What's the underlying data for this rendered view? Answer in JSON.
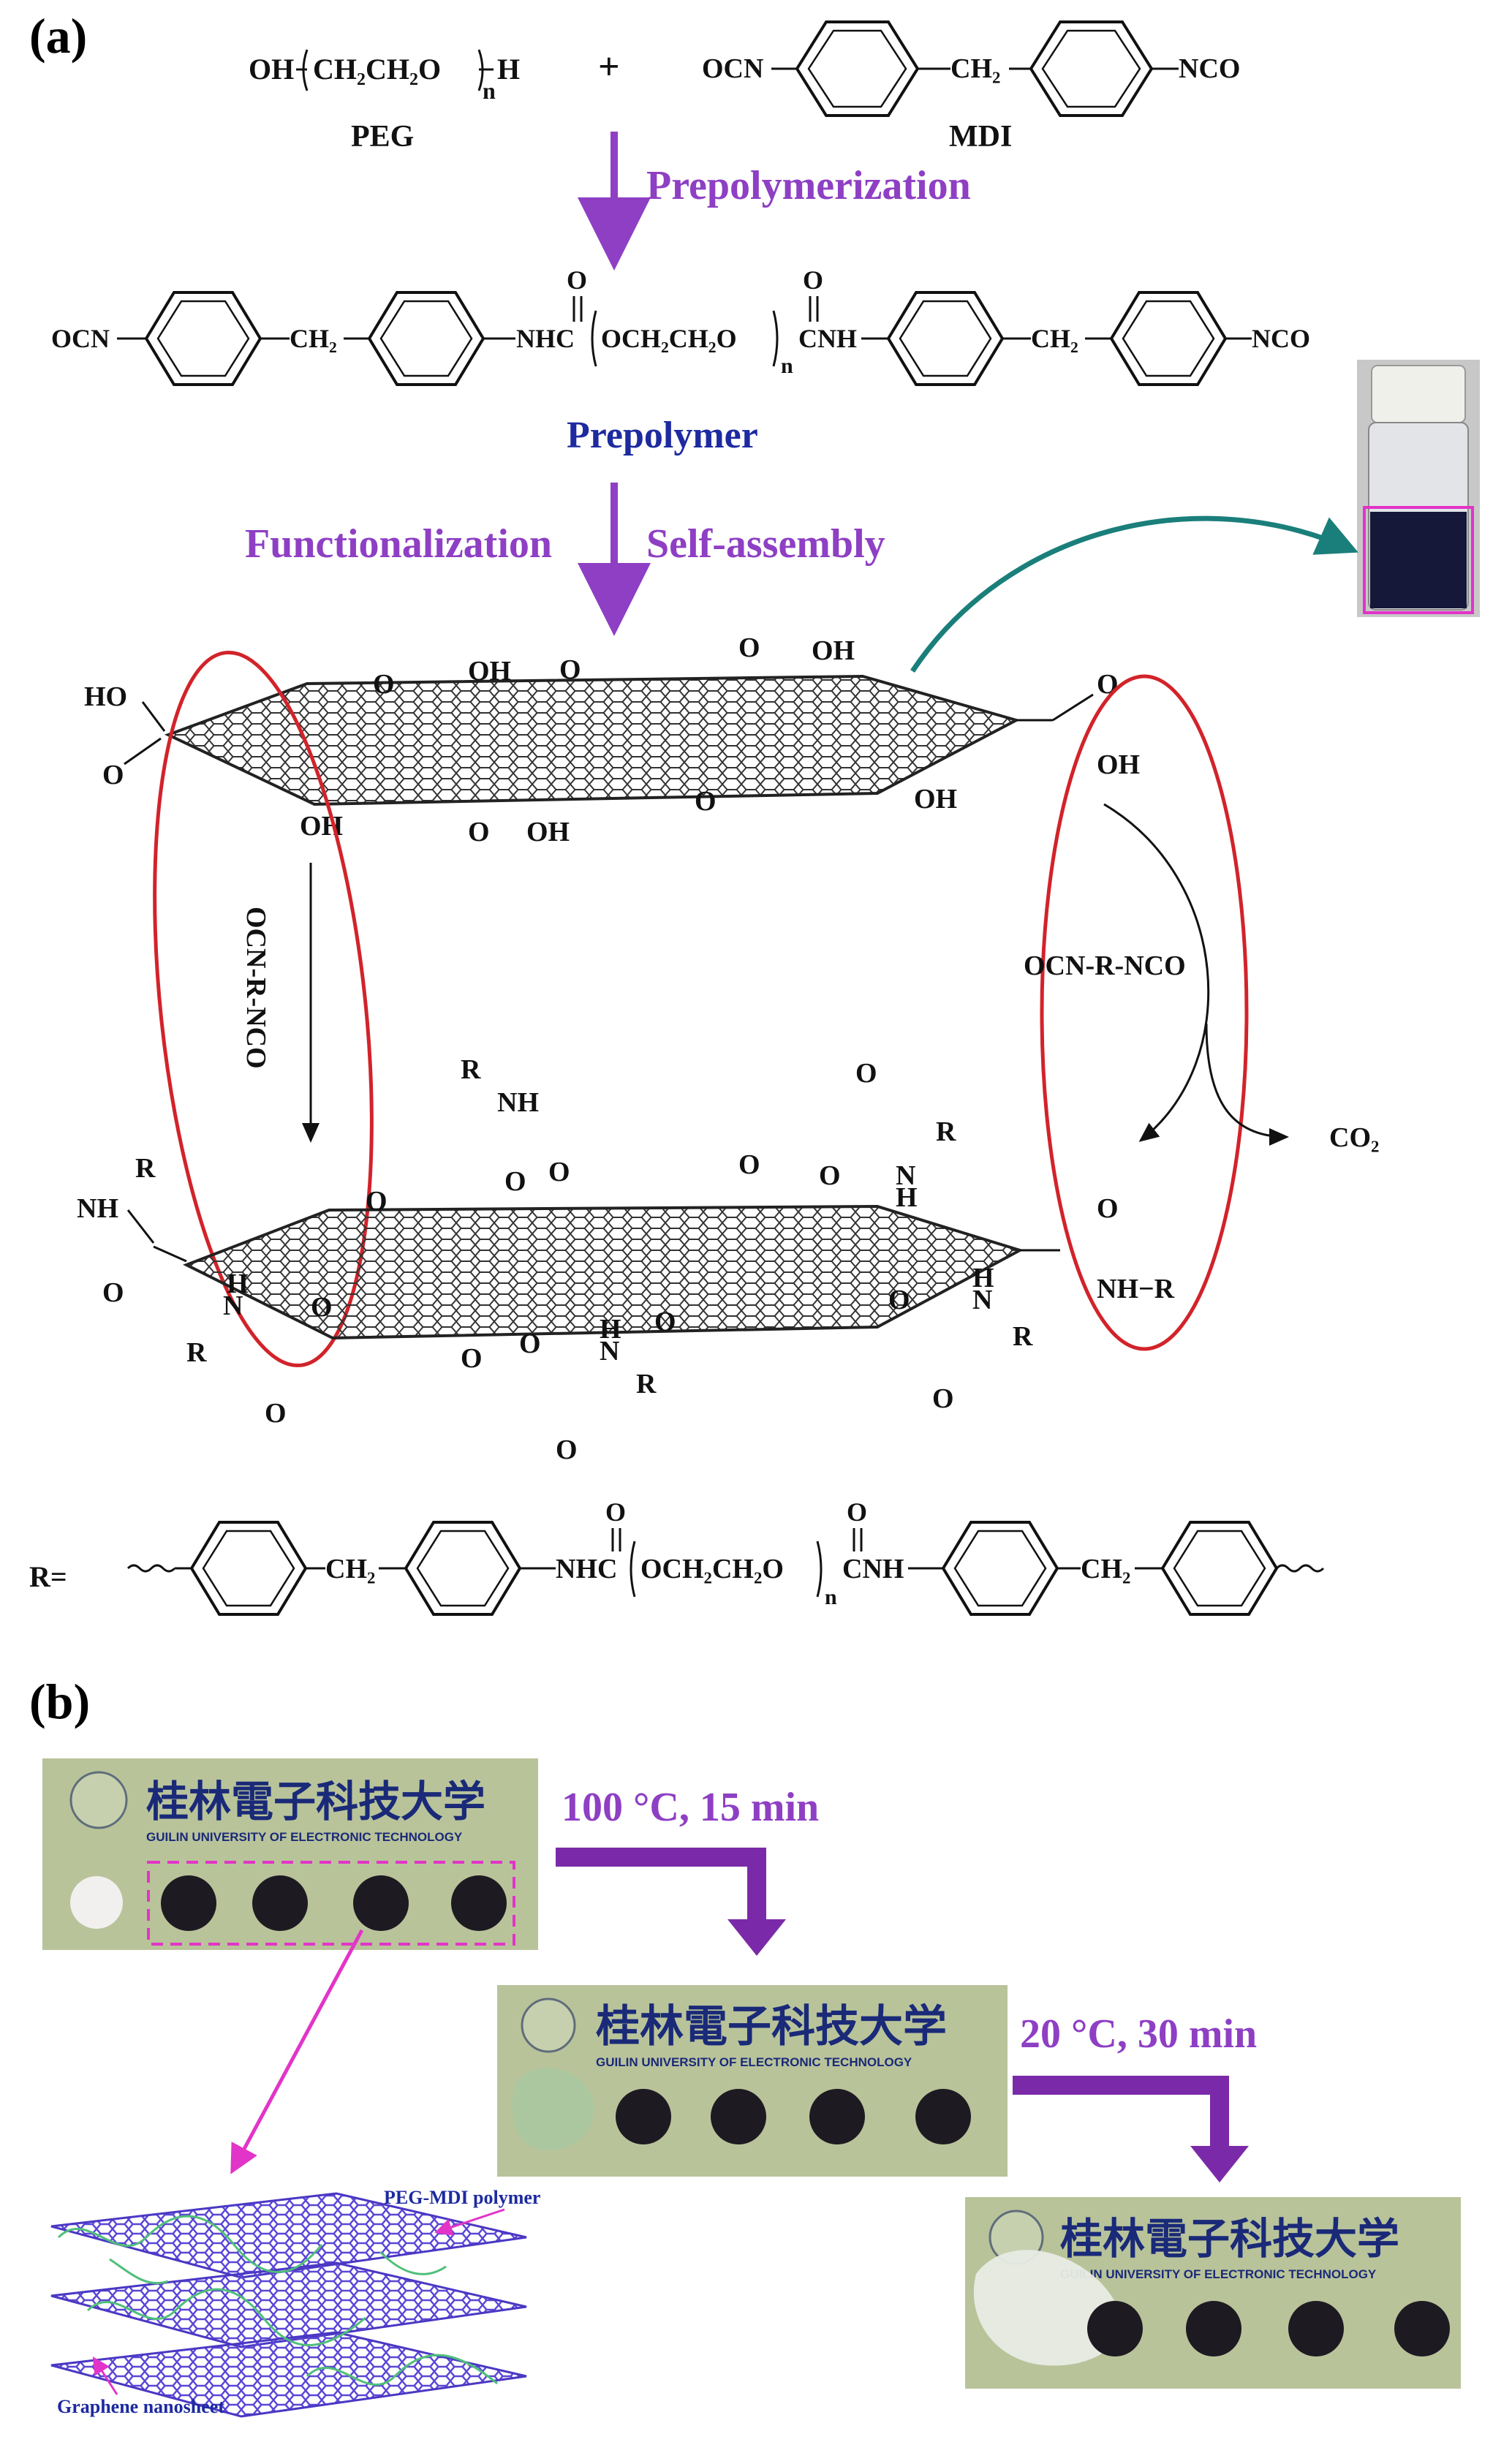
{
  "panel_a": {
    "label": "(a)",
    "reactant1_formula": "OH(CH2CH2O)nH",
    "reactant1_name": "PEG",
    "plus": "+",
    "reactant2_formula": "OCN-C6H4-CH2-C6H4-NCO",
    "reactant2_name": "MDI",
    "step1": "Prepolymerization",
    "prepolymer_name": "Prepolymer",
    "step2a": "Functionalization",
    "step2b": "Self-assembly",
    "reagent_left": "OCN-R-NCO",
    "reagent_right": "OCN-R-NCO",
    "byproduct": "CO₂",
    "r_definition": "R="
  },
  "panel_b": {
    "label": "(b)",
    "step1": "100 °C, 15 min",
    "step2": "20 °C, 30 min",
    "plate_title": "桂林電子科技大学",
    "plate_subtitle": "GUILIN UNIVERSITY OF ELECTRONIC TECHNOLOGY",
    "label_polymer": "PEG-MDI polymer",
    "label_graphene": "Graphene nanosheet"
  },
  "colors": {
    "purple": "#8e3fc4",
    "blue": "#1d2aa0",
    "red": "#d2232a",
    "teal": "#1a7f7a",
    "magenta": "#e234c8",
    "plate": "#b9c39a"
  }
}
